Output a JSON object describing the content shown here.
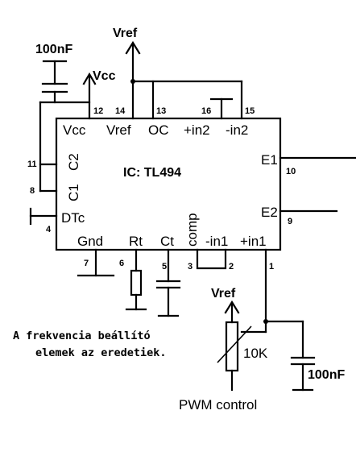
{
  "chip": {
    "name": "IC: TL494",
    "pins": {
      "vcc": "Vcc",
      "vref": "Vref",
      "oc": "OC",
      "in2p": "+in2",
      "in2m": "-in2",
      "e1": "E1",
      "e2": "E2",
      "c2": "C2",
      "c1": "C1",
      "dtc": "DTc",
      "gnd": "Gnd",
      "rt": "Rt",
      "ct": "Ct",
      "comp": "comp",
      "in1m": "-in1",
      "in1p": "+in1"
    },
    "pin_numbers": {
      "p1": "1",
      "p2": "2",
      "p3": "3",
      "p4": "4",
      "p5": "5",
      "p6": "6",
      "p7": "7",
      "p8": "8",
      "p9": "9",
      "p10": "10",
      "p11": "11",
      "p12": "12",
      "p13": "13",
      "p14": "14",
      "p15": "15",
      "p16": "16"
    }
  },
  "labels": {
    "vref_top": "Vref",
    "vcc_supply": "Vcc",
    "cap_top": "100nF",
    "vref_pot": "Vref",
    "pot_value": "10K",
    "cap_right": "100nF",
    "pwm_control": "PWM control"
  },
  "note": {
    "line1": "A frekvencia beállító",
    "line2": "elemek az eredetiek."
  }
}
